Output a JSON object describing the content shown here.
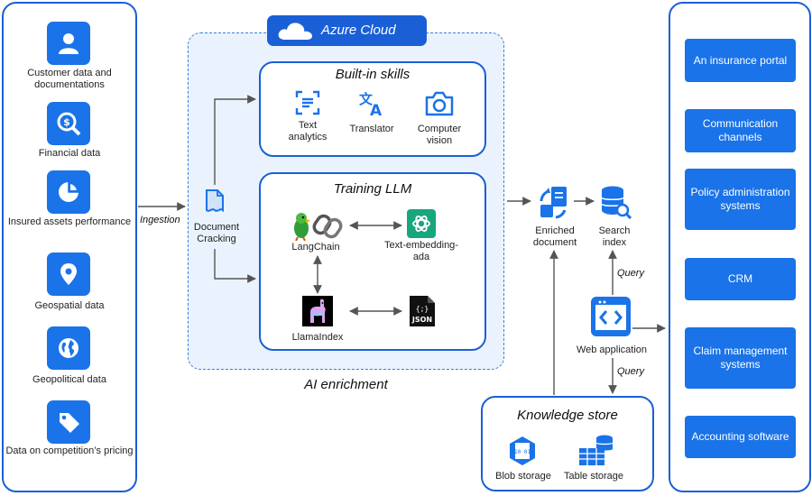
{
  "sources": [
    {
      "icon": "user-icon",
      "label": "Customer data and documentations"
    },
    {
      "icon": "dollar-search-icon",
      "label": "Financial data"
    },
    {
      "icon": "pie-chart-icon",
      "label": "Insured assets performance"
    },
    {
      "icon": "location-pin-icon",
      "label": "Geospatial data"
    },
    {
      "icon": "globe-icon",
      "label": "Geopolitical data"
    },
    {
      "icon": "price-tag-icon",
      "label": "Data on competition’s pricing"
    }
  ],
  "ingestion": "Ingestion",
  "cloud_title": "Azure Cloud",
  "document_cracking": "Document Cracking",
  "builtin": {
    "title": "Built-in skills",
    "items": [
      {
        "icon": "text-analytics-icon",
        "label": "Text analytics"
      },
      {
        "icon": "translator-icon",
        "label": "Translator"
      },
      {
        "icon": "camera-icon",
        "label": "Computer vision"
      }
    ]
  },
  "training": {
    "title": "Training LLM",
    "langchain": "LangChain",
    "embedding": "Text-embedding-ada",
    "llamaindex": "LlamaIndex",
    "json_label": "JSON"
  },
  "ai_enrichment": "AI enrichment",
  "enriched_document": "Enriched document",
  "search_index": "Search index",
  "query_top": "Query",
  "web_application": "Web application",
  "query_bottom": "Query",
  "knowledge_store": {
    "title": "Knowledge store",
    "blob": "Blob storage",
    "blob_bits": "10 01",
    "table": "Table storage"
  },
  "consumers": [
    "An insurance portal",
    "Communication channels",
    "Policy administration systems",
    "CRM",
    "Claim management systems",
    "Accounting software"
  ],
  "colors": {
    "primary": "#1a73e8",
    "border": "#1a5fd6",
    "cloud_bg": "#eaf3fd",
    "arrow": "#555555"
  }
}
